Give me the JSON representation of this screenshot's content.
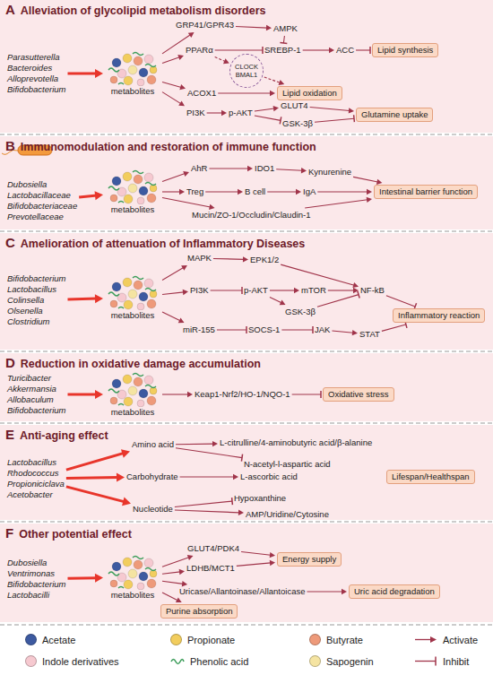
{
  "diagram": {
    "nodes": [
      {
        "text": [
          "A",
          "Alleviation of glycolipid metabolism disorders"
        ]
      },
      {
        "text": [
          "Parasutterella",
          "Bacteroides",
          "Alloprevotella",
          "Bifidobacterium"
        ],
        "in": 0
      },
      {
        "text": [
          "metabolites"
        ],
        "in": 0
      },
      {
        "text": [
          "GRP41/GPR43"
        ],
        "in": 0
      },
      {
        "text": [
          "AMPK"
        ],
        "in": 0
      },
      {
        "text": [
          "PPARα"
        ],
        "in": 0
      },
      {
        "text": [
          "SREBP-1"
        ],
        "in": 0
      },
      {
        "text": [
          "ACC"
        ],
        "in": 0
      },
      {
        "text": [
          "Lipid synthesis"
        ],
        "in": 0
      },
      {
        "text": [
          "CLOCK BMAL1"
        ],
        "in": 0
      },
      {
        "text": [
          "ACOX1"
        ],
        "in": 0
      },
      {
        "text": [
          "Lipid oxidation"
        ],
        "in": 0
      },
      {
        "text": [
          "PI3K"
        ],
        "in": 0
      },
      {
        "text": [
          "p-AKT"
        ],
        "in": 0
      },
      {
        "text": [
          "GLUT4"
        ],
        "in": 0
      },
      {
        "text": [
          "GSK-3β"
        ],
        "in": 0
      },
      {
        "text": [
          "Glutamine uptake"
        ],
        "in": 0
      },
      {
        "text": [
          "B",
          "Immunomodulation and restoration of immune function"
        ]
      },
      {
        "text": [
          "Dubosiella",
          "Lactobacillaceae",
          "Bifidobacteriaceae",
          "Prevotellaceae"
        ],
        "in": 17
      },
      {
        "text": [
          "metabolites"
        ],
        "in": 17
      },
      {
        "text": [
          "AhR"
        ],
        "in": 17
      },
      {
        "text": [
          "IDO1"
        ],
        "in": 17
      },
      {
        "text": [
          "Kynurenine"
        ],
        "in": 17
      },
      {
        "text": [
          "Treg"
        ],
        "in": 17
      },
      {
        "text": [
          "B cell"
        ],
        "in": 17
      },
      {
        "text": [
          "IgA"
        ],
        "in": 17
      },
      {
        "text": [
          "Mucin/ZO-1/Occludin/Claudin-1"
        ],
        "in": 17
      },
      {
        "text": [
          "Intestinal barrier function"
        ],
        "in": 17
      },
      {
        "text": [
          "C",
          "Amelioration of attenuation of Inflammatory Diseases"
        ]
      },
      {
        "text": [
          "Bifidobacterium",
          "Lactobacillus",
          "Colinsella",
          "Olsenella",
          "Clostridium"
        ],
        "in": 28
      },
      {
        "text": [
          "metabolites"
        ],
        "in": 28
      },
      {
        "text": [
          "MAPK"
        ],
        "in": 28
      },
      {
        "text": [
          "EPK1/2"
        ],
        "in": 28
      },
      {
        "text": [
          "PI3K"
        ],
        "in": 28
      },
      {
        "text": [
          "p-AKT"
        ],
        "in": 28
      },
      {
        "text": [
          "mTOR"
        ],
        "in": 28
      },
      {
        "text": [
          "NF-kB"
        ],
        "in": 28
      },
      {
        "text": [
          "GSK-3β"
        ],
        "in": 28
      },
      {
        "text": [
          "miR-155"
        ],
        "in": 28
      },
      {
        "text": [
          "SOCS-1"
        ],
        "in": 28
      },
      {
        "text": [
          "JAK"
        ],
        "in": 28
      },
      {
        "text": [
          "STAT"
        ],
        "in": 28
      },
      {
        "text": [
          "Inflammatory reaction"
        ],
        "in": 28
      },
      {
        "text": [
          "D",
          "Reduction in oxidative damage accumulation"
        ]
      },
      {
        "text": [
          "Turicibacter",
          "Akkermansia",
          "Allobaculum",
          "Bifidobacterium"
        ],
        "in": 43
      },
      {
        "text": [
          "metabolites"
        ],
        "in": 43
      },
      {
        "text": [
          "Keap1-Nrf2/HO-1/NQO-1"
        ],
        "in": 43
      },
      {
        "text": [
          "Oxidative stress"
        ],
        "in": 43
      },
      {
        "text": [
          "E",
          "Anti-aging effect"
        ]
      },
      {
        "text": [
          "Lactobacillus",
          "Rhodococcus",
          "Propioniciclava",
          "Acetobacter"
        ],
        "in": 48
      },
      {
        "text": [
          "Amino acid"
        ],
        "in": 48
      },
      {
        "text": [
          "L-citrulline/4-aminobutyric acid/β-alanine"
        ],
        "in": 48
      },
      {
        "text": [
          "N-acetyl-l-aspartic acid"
        ],
        "in": 48
      },
      {
        "text": [
          "Carbohydrate"
        ],
        "in": 48
      },
      {
        "text": [
          "L-ascorbic acid"
        ],
        "in": 48
      },
      {
        "text": [
          "Nucleotide"
        ],
        "in": 48
      },
      {
        "text": [
          "Hypoxanthine"
        ],
        "in": 48
      },
      {
        "text": [
          "AMP/Uridine/Cytosine"
        ],
        "in": 48
      },
      {
        "text": [
          "Lifespan/Healthspan"
        ],
        "in": 48
      },
      {
        "text": [
          "F",
          "Other potential effect"
        ]
      },
      {
        "text": [
          "Dubosiella",
          "Ventrimonas",
          "Bifidobacterium",
          "Lactobacilli"
        ],
        "in": 59
      },
      {
        "text": [
          "metabolites"
        ],
        "in": 59
      },
      {
        "text": [
          "GLUT4/PDK4"
        ],
        "in": 59
      },
      {
        "text": [
          "LDHB/MCT1"
        ],
        "in": 59
      },
      {
        "text": [
          "Energy supply"
        ],
        "in": 59
      },
      {
        "text": [
          "Uricase/Allantoinase/Allantoicase"
        ],
        "in": 59
      },
      {
        "text": [
          "Uric acid degradation"
        ],
        "in": 59
      },
      {
        "text": [
          "Purine absorption"
        ],
        "in": 59
      }
    ],
    "edges": [
      {
        "from": 1,
        "to": 2,
        "arrow": "to"
      },
      {
        "from": 2,
        "to": 3,
        "arrow": "to"
      },
      {
        "from": 2,
        "to": 5,
        "arrow": "to"
      },
      {
        "from": 2,
        "to": 10,
        "arrow": "to"
      },
      {
        "from": 2,
        "to": 12,
        "arrow": "to"
      },
      {
        "from": 3,
        "to": 4,
        "arrow": "to"
      },
      {
        "from": 4,
        "to": 6,
        "arrow": "to"
      },
      {
        "from": 5,
        "to": 6,
        "arrow": "to"
      },
      {
        "from": 6,
        "to": 7,
        "arrow": "to"
      },
      {
        "from": 7,
        "to": 8,
        "arrow": "to"
      },
      {
        "from": 5,
        "to": 9,
        "arrow": "to"
      },
      {
        "from": 9,
        "to": 11,
        "arrow": "to"
      },
      {
        "from": 10,
        "to": 11,
        "arrow": "to"
      },
      {
        "from": 12,
        "to": 13,
        "arrow": "to"
      },
      {
        "from": 13,
        "to": 14,
        "arrow": "to"
      },
      {
        "from": 13,
        "to": 15,
        "arrow": "to"
      },
      {
        "from": 14,
        "to": 16,
        "arrow": "to"
      },
      {
        "from": 15,
        "to": 16,
        "arrow": "to"
      },
      {
        "from": 18,
        "to": 19,
        "arrow": "to"
      },
      {
        "from": 19,
        "to": 20,
        "arrow": "to"
      },
      {
        "from": 19,
        "to": 23,
        "arrow": "to"
      },
      {
        "from": 19,
        "to": 26,
        "arrow": "to"
      },
      {
        "from": 20,
        "to": 21,
        "arrow": "to"
      },
      {
        "from": 21,
        "to": 22,
        "arrow": "to"
      },
      {
        "from": 23,
        "to": 24,
        "arrow": "to"
      },
      {
        "from": 24,
        "to": 25,
        "arrow": "to"
      },
      {
        "from": 25,
        "to": 27,
        "arrow": "to"
      },
      {
        "from": 22,
        "to": 27,
        "arrow": "to"
      },
      {
        "from": 26,
        "to": 27,
        "arrow": "to"
      },
      {
        "from": 29,
        "to": 30,
        "arrow": "to"
      },
      {
        "from": 30,
        "to": 31,
        "arrow": "to"
      },
      {
        "from": 30,
        "to": 33,
        "arrow": "to"
      },
      {
        "from": 30,
        "to": 38,
        "arrow": "to"
      },
      {
        "from": 31,
        "to": 32,
        "arrow": "to"
      },
      {
        "from": 32,
        "to": 36,
        "arrow": "to"
      },
      {
        "from": 33,
        "to": 34,
        "arrow": "to"
      },
      {
        "from": 34,
        "to": 35,
        "arrow": "to"
      },
      {
        "from": 34,
        "to": 37,
        "arrow": "to"
      },
      {
        "from": 35,
        "to": 36,
        "arrow": "to"
      },
      {
        "from": 37,
        "to": 36,
        "arrow": "to"
      },
      {
        "from": 38,
        "to": 39,
        "arrow": "to"
      },
      {
        "from": 39,
        "to": 40,
        "arrow": "to"
      },
      {
        "from": 40,
        "to": 41,
        "arrow": "to"
      },
      {
        "from": 36,
        "to": 42,
        "arrow": "to"
      },
      {
        "from": 41,
        "to": 42,
        "arrow": "to"
      },
      {
        "from": 44,
        "to": 45,
        "arrow": "to"
      },
      {
        "from": 45,
        "to": 46,
        "arrow": "to"
      },
      {
        "from": 46,
        "to": 47,
        "arrow": "to"
      },
      {
        "from": 49,
        "to": 50,
        "arrow": "to"
      },
      {
        "from": 49,
        "to": 53,
        "arrow": "to"
      },
      {
        "from": 49,
        "to": 55,
        "arrow": "to"
      },
      {
        "from": 50,
        "to": 51,
        "arrow": "to"
      },
      {
        "from": 50,
        "to": 52,
        "arrow": "to"
      },
      {
        "from": 53,
        "to": 54,
        "arrow": "to"
      },
      {
        "from": 55,
        "to": 56,
        "arrow": "to"
      },
      {
        "from": 55,
        "to": 57,
        "arrow": "to"
      },
      {
        "from": 60,
        "to": 61,
        "arrow": "to"
      },
      {
        "from": 61,
        "to": 62,
        "arrow": "to"
      },
      {
        "from": 61,
        "to": 63,
        "arrow": "to"
      },
      {
        "from": 61,
        "to": 65,
        "arrow": "to"
      },
      {
        "from": 61,
        "to": 67,
        "arrow": "to"
      },
      {
        "from": 62,
        "to": 64,
        "arrow": "to"
      },
      {
        "from": 63,
        "to": 64,
        "arrow": "to"
      },
      {
        "from": 65,
        "to": 66,
        "arrow": "to"
      }
    ],
    "legend": [
      {
        "text": "Acetate",
        "color": "#3d5aa0"
      },
      {
        "text": "Propionate",
        "color": "#f2cd5d"
      },
      {
        "text": "Butyrate",
        "color": "#ee9a7a"
      },
      {
        "text": "Activate"
      },
      {
        "text": "Indole derivatives",
        "color": "#f6c9d0"
      },
      {
        "text": "Phenolic acid"
      },
      {
        "text": "Sapogenin",
        "color": "#f5e4a2"
      },
      {
        "text": "Inhibit"
      }
    ]
  }
}
